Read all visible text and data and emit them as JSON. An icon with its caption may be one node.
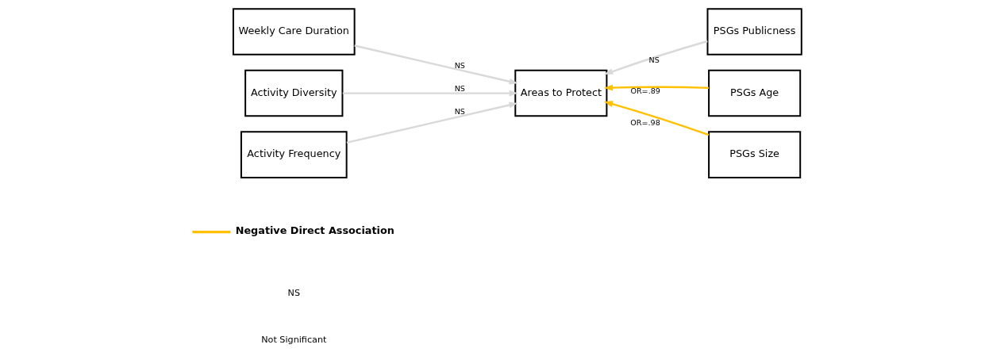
{
  "diagram": {
    "nodes": [
      {
        "text": [
          "Weekly Care Duration"
        ]
      },
      {
        "text": [
          "Activity Diversity"
        ]
      },
      {
        "text": [
          "Activity Frequency"
        ]
      },
      {
        "text": [
          "Areas to Protect"
        ]
      },
      {
        "text": [
          "PSGs Publicness"
        ]
      },
      {
        "text": [
          "PSGs Age"
        ]
      },
      {
        "text": [
          "PSGs Size"
        ]
      }
    ],
    "edges": [
      {
        "from": 0,
        "to": 3,
        "arrow": "to",
        "label": "NS"
      },
      {
        "from": 1,
        "to": 3,
        "arrow": "to",
        "label": "NS"
      },
      {
        "from": 2,
        "to": 3,
        "arrow": "to",
        "label": "NS"
      },
      {
        "from": 4,
        "to": 3,
        "arrow": "to",
        "label": "NS"
      },
      {
        "from": 5,
        "to": 3,
        "arrow": "to",
        "label": "OR=.89",
        "color": "#ffc000"
      },
      {
        "from": 6,
        "to": 3,
        "arrow": "to",
        "label": "OR=.98",
        "color": "#ffc000"
      }
    ],
    "labels": [
      "NS",
      "Not Significant"
    ],
    "legend": [
      {
        "text": "Negative Direct Association"
      }
    ]
  }
}
